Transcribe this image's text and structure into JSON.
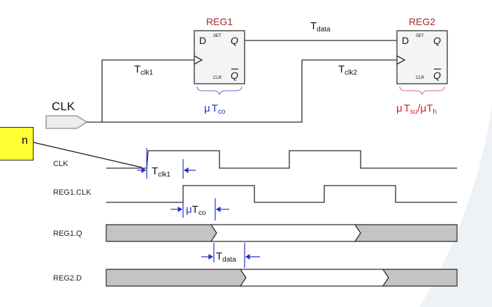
{
  "colors": {
    "reg_title": "#a3282f",
    "annotation_blue": "#2432c8",
    "annotation_red": "#d81e1e",
    "wire": "#2b2b2b",
    "bus_fill": "#c4c4c4",
    "callout_fill": "#ffff33"
  },
  "callout": {
    "text": "n"
  },
  "schematic": {
    "reg1": {
      "title": "REG1",
      "pin_d": "D",
      "pin_set": "SET",
      "pin_q": "Q",
      "pin_clr": "CLR",
      "pin_qbar": "Q",
      "timing": {
        "prefix": "μ",
        "base": "T",
        "sub": "co"
      }
    },
    "reg2": {
      "title": "REG2",
      "pin_d": "D",
      "pin_set": "SET",
      "pin_q": "Q",
      "pin_clr": "CLR",
      "pin_qbar": "Q",
      "timing": {
        "prefix": "μ",
        "base": "T",
        "sub1": "su",
        "sep": "/μ",
        "base2": "T",
        "sub2": "h"
      }
    },
    "clk_label": "CLK",
    "t_clk1": {
      "base": "T",
      "sub": "clk1"
    },
    "t_clk2": {
      "base": "T",
      "sub": "clk2"
    },
    "t_data": {
      "base": "T",
      "sub": "data"
    }
  },
  "waveforms": {
    "labels": [
      "CLK",
      "REG1.CLK",
      "REG1.Q",
      "REG2.D"
    ],
    "t_clk1": {
      "base": "T",
      "sub": "clk1"
    },
    "t_co": {
      "prefix": "μ",
      "base": "T",
      "sub": "co"
    },
    "t_data": {
      "base": "T",
      "sub": "data"
    }
  }
}
